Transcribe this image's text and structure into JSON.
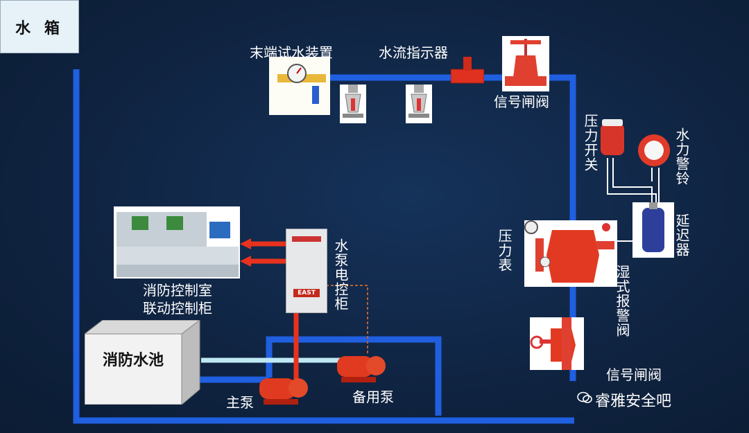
{
  "labels": {
    "water_tank": "水 箱",
    "fire_pool": "消防水池",
    "end_test_device": "末端试水装置",
    "water_flow_indicator": "水流指示器",
    "signal_gate_valve_top": "信号闸阀",
    "pressure_switch": "压力开关",
    "hydraulic_alarm_bell": "水力警铃",
    "retarder": "延迟器",
    "pressure_gauge": "压力表",
    "wet_alarm_valve": "湿式报警阀",
    "signal_gate_valve_bottom": "信号闸阀",
    "pump_control_cabinet": "水泵电控柜",
    "control_room_line1": "消防控制室",
    "control_room_line2": "联动控制柜",
    "main_pump": "主泵",
    "backup_pump": "备用泵",
    "cabinet_brand": "EAST"
  },
  "brand": {
    "name": "睿雅安全吧",
    "icon": "wechat-icon"
  },
  "colors": {
    "background": "#10263f",
    "pipe_blue": "#1f5fe0",
    "pipe_light": "#bfe8f5",
    "signal_red": "#e8321e",
    "dashed_line": "#c0602a"
  },
  "icons": [
    "sprinkler-head-icon",
    "gate-valve-icon",
    "pump-icon",
    "alarm-bell-icon",
    "pressure-gauge-icon"
  ]
}
